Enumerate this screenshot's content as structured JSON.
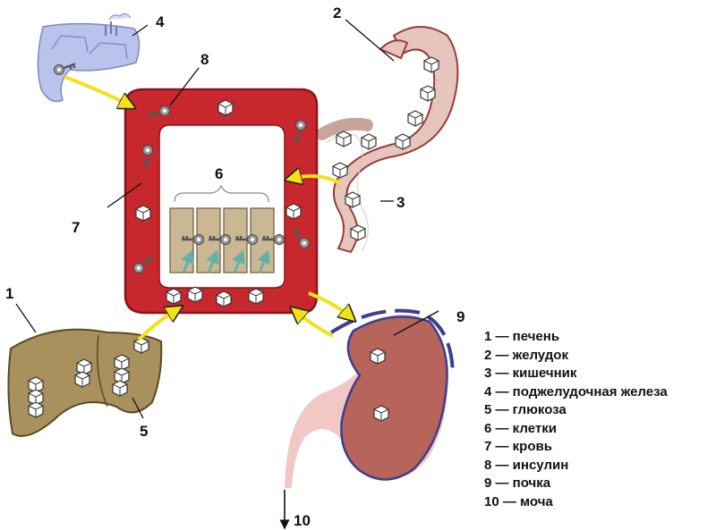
{
  "labels": {
    "n1": "1",
    "n2": "2",
    "n3": "3",
    "n4": "4",
    "n5": "5",
    "n6": "6",
    "n7": "7",
    "n8": "8",
    "n9": "9",
    "n10": "10"
  },
  "legend": [
    "1 — печень",
    "2 — желудок",
    "3 — кишечник",
    "4 — поджелудочная железа",
    "5 — глюкоза",
    "6 — клетки",
    "7 — кровь",
    "8 — инсулин",
    "9 — почка",
    "10 — моча"
  ],
  "colors": {
    "blood": "#c7282e",
    "liver": "#a8915c",
    "stomach": "#e6c5bd",
    "kidney": "#b7645a",
    "pancreas": "#b9c3ec",
    "cells": "#c9b893",
    "arrow": "#f2e218",
    "insulin_arrow": "#64b0a8"
  }
}
